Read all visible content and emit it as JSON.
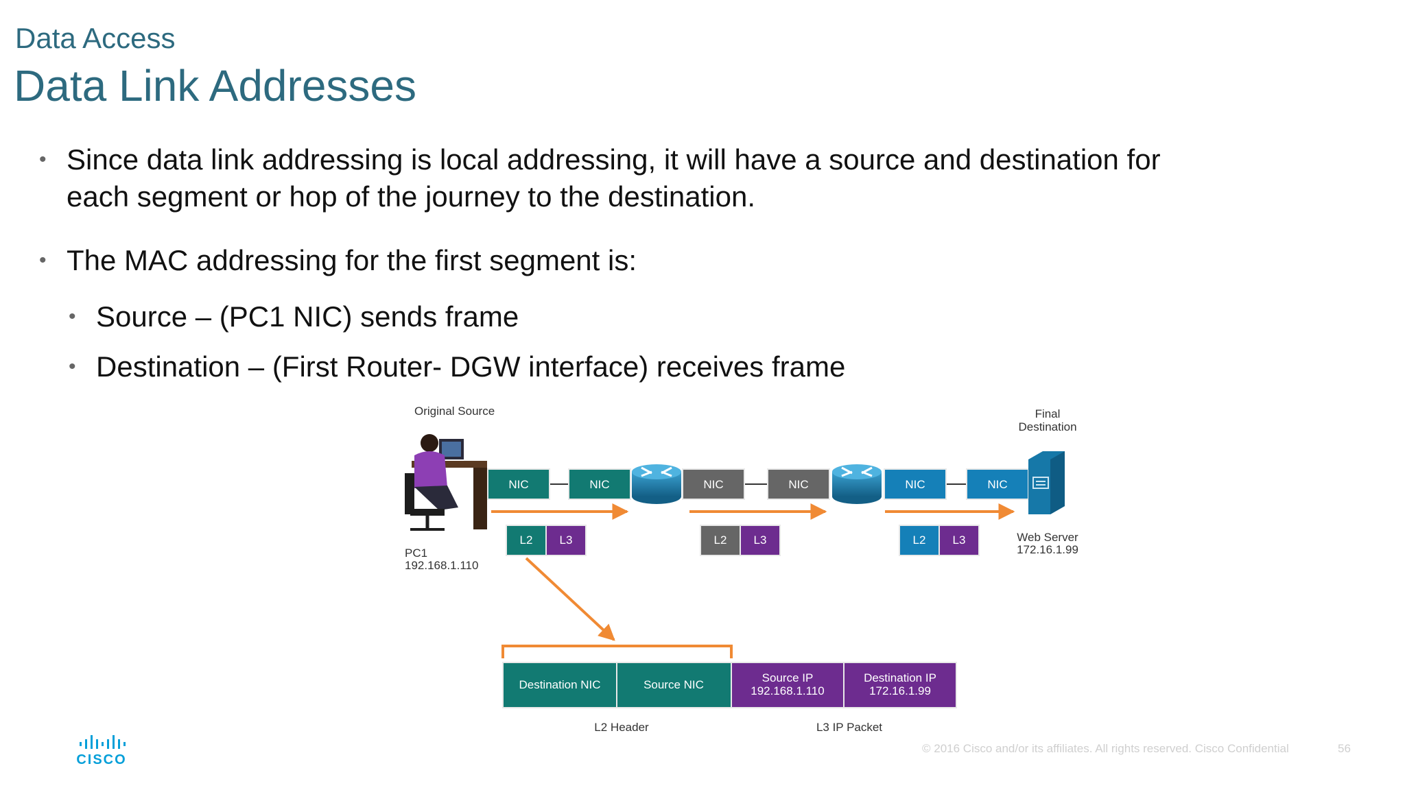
{
  "slide": {
    "subtitle": "Data Access",
    "title": "Data Link Addresses",
    "bullets": [
      "Since data link addressing is local addressing,  it will have a source and destination for",
      "each segment or hop of the journey to the destination.",
      "The MAC addressing for the first segment is:"
    ],
    "subbullets": [
      "Source –  (PC1 NIC) sends frame",
      "Destination – (First Router- DGW interface) receives frame"
    ]
  },
  "diagram": {
    "original_source": "Original Source",
    "final_destination_1": "Final",
    "final_destination_2": "Destination",
    "pc_name": "PC1",
    "pc_ip": "192.168.1.110",
    "server_name": "Web Server",
    "server_ip": "172.16.1.99",
    "nic_label": "NIC",
    "l2_label": "L2",
    "l3_label": "L3",
    "frame": {
      "dest_nic": "Destination NIC",
      "source_nic": "Source NIC",
      "source_ip_label": "Source IP",
      "source_ip": "192.168.1.110",
      "dest_ip_label": "Destination IP",
      "dest_ip": "172.16.1.99",
      "l2_header": "L2 Header",
      "l3_packet": "L3 IP Packet"
    },
    "colors": {
      "teal": "#127a72",
      "gray": "#666666",
      "blue": "#1580b8",
      "purple": "#6d2c8f",
      "orange": "#f08a34",
      "router": "#1b77a6"
    }
  },
  "footer": {
    "copyright": "© 2016  Cisco and/or its affiliates. All rights reserved.   Cisco Confidential",
    "page": "56",
    "logo_text": "CISCO"
  }
}
